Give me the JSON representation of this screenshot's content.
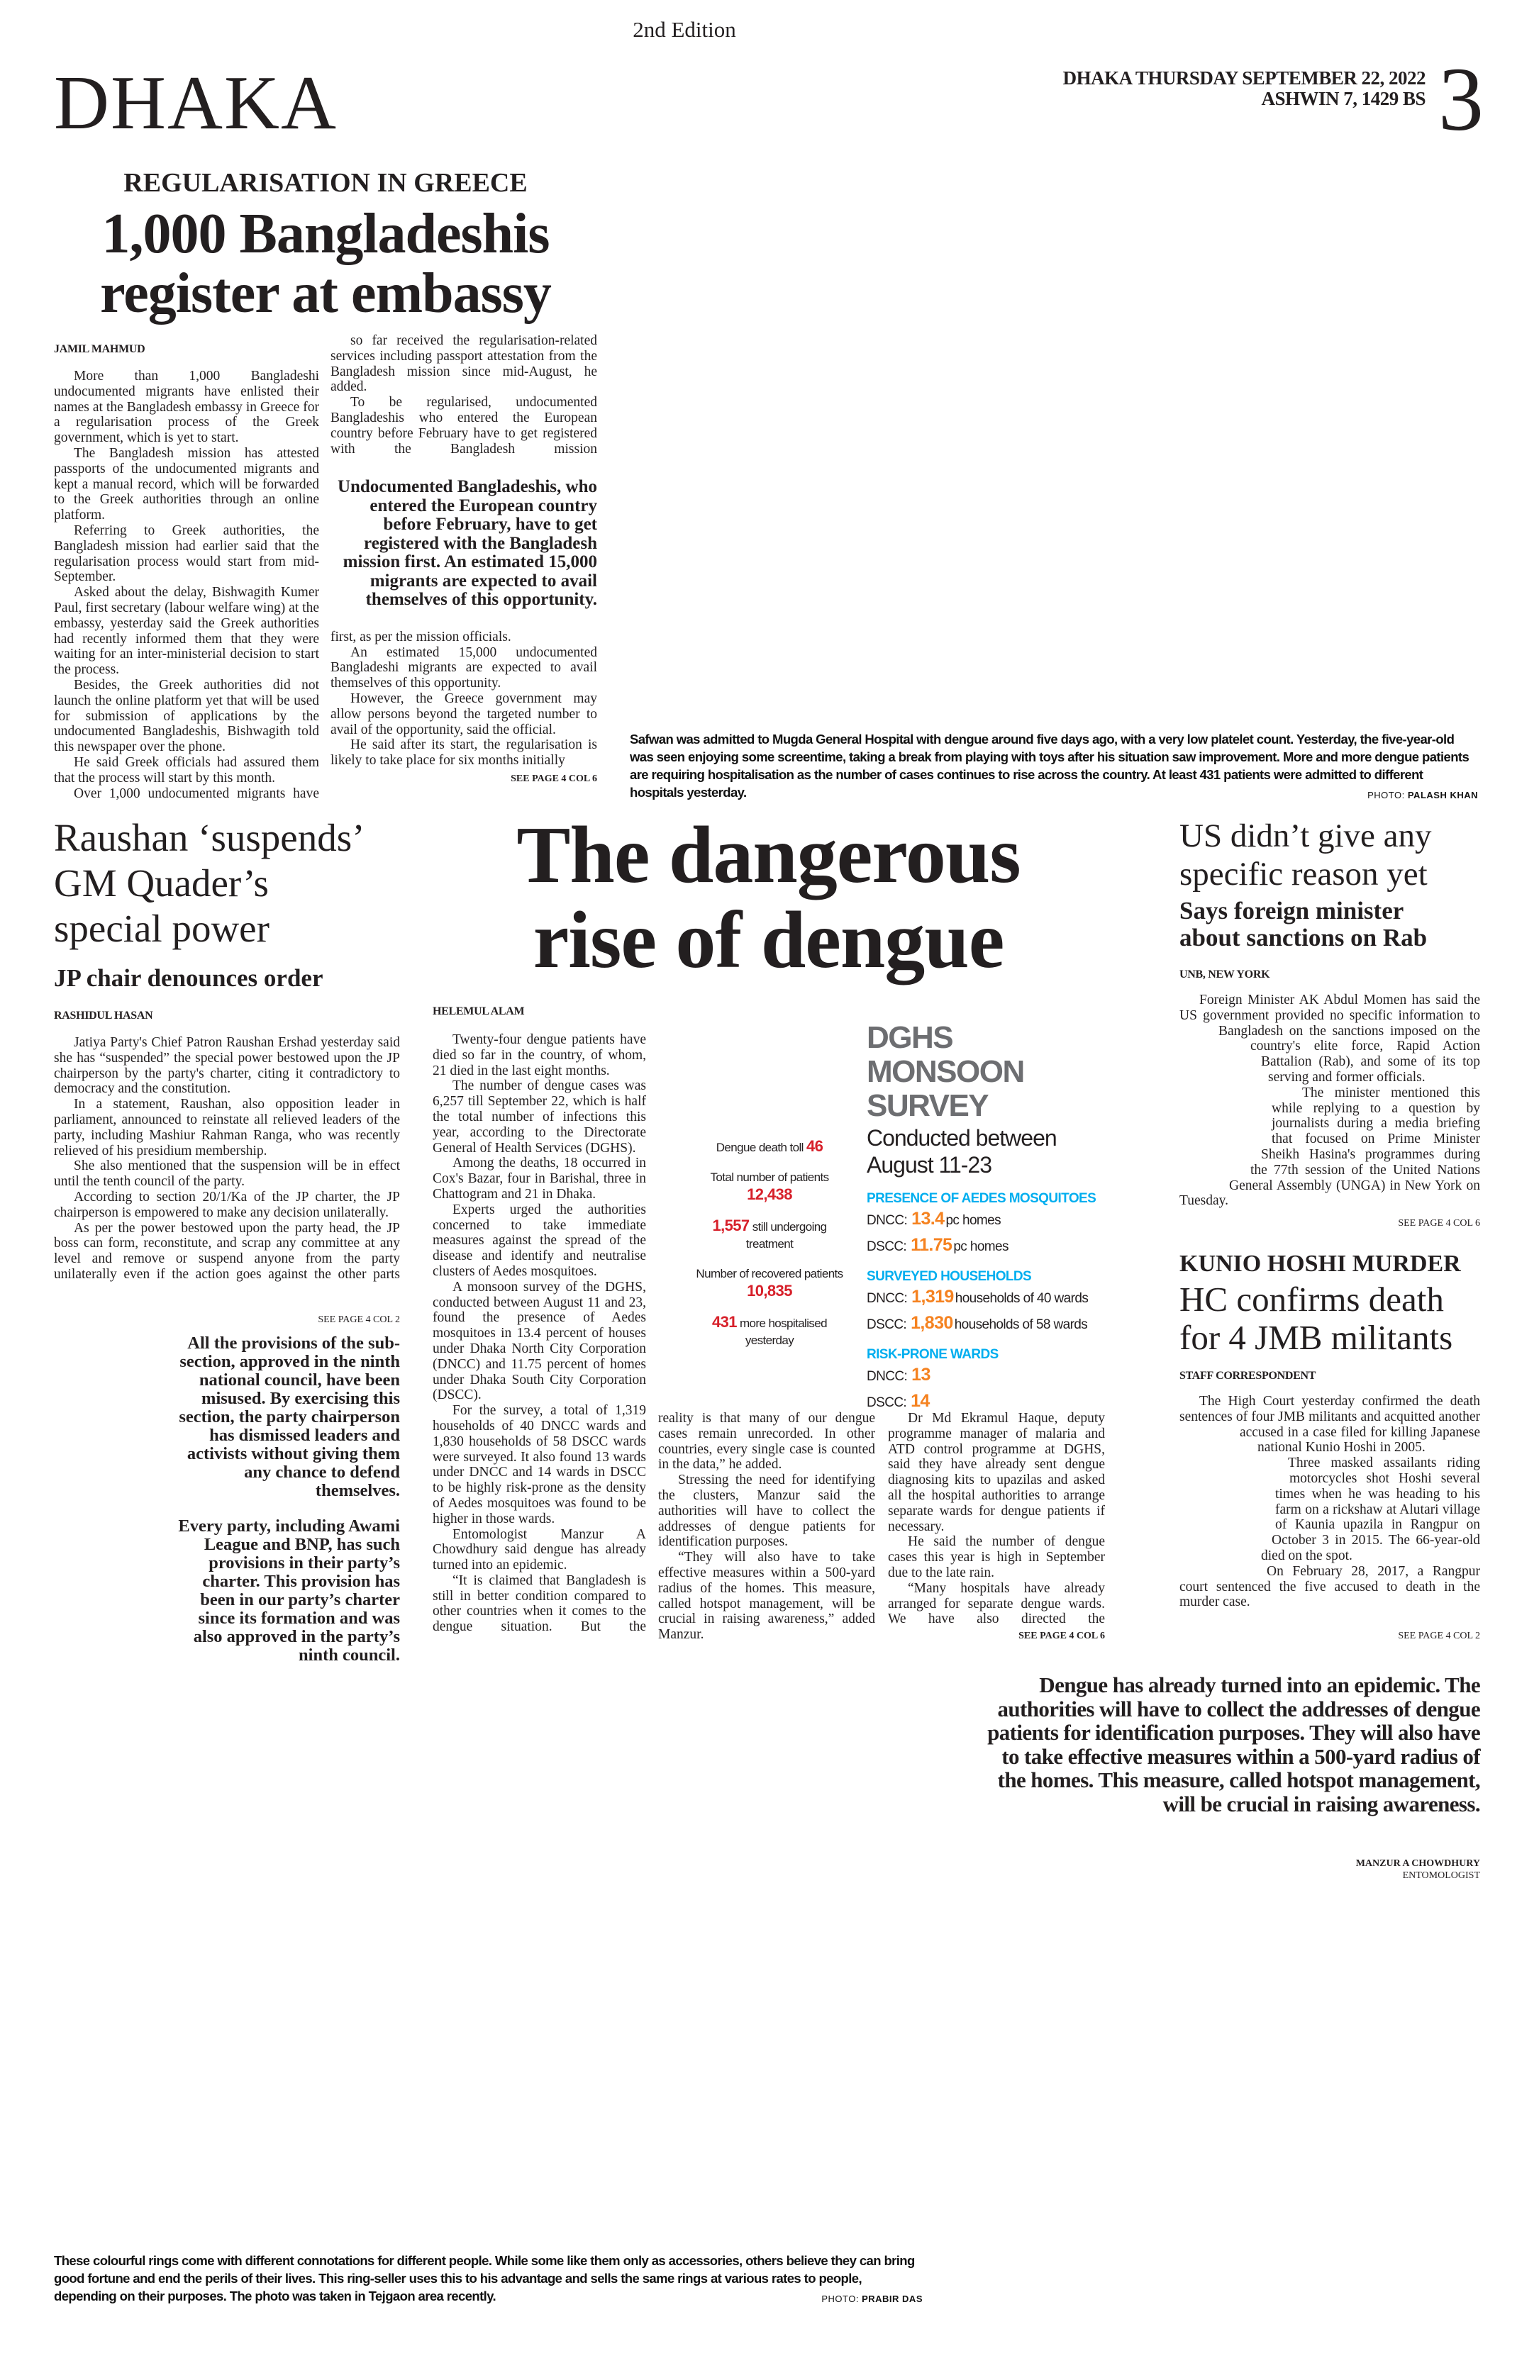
{
  "masthead": {
    "edition": "2nd Edition",
    "section": "DHAKA",
    "date_line": "DHAKA THURSDAY SEPTEMBER 22, 2022",
    "bangla_date": "ASHWIN 7, 1429 BS",
    "page_number": "3"
  },
  "greece": {
    "kicker": "REGULARISATION IN GREECE",
    "headline": [
      "1,000 Bangladeshis",
      "register at embassy"
    ],
    "byline": "JAMIL MAHMUD",
    "col1": [
      "More than 1,000 Bangladeshi undocumented migrants have enlisted their names at the Bangladesh embassy in Greece for a regularisation process of the Greek government, which is yet to start.",
      "The Bangladesh mission has attested passports of the undocumented migrants and kept a manual record, which will be forwarded to the Greek authorities through an online platform.",
      "Referring to Greek authorities, the Bangladesh mission had earlier said that the regularisation process would start from mid-September.",
      "Asked about the delay, Bishwagith Kumer Paul, first secretary (labour welfare wing) at the embassy, yesterday said the Greek authorities had recently informed them that they were waiting for an inter-ministerial decision to start the process.",
      "Besides, the Greek authorities did not launch the online platform yet that will be used for submission of applications by the undocumented Bangladeshis, Bishwagith told this newspaper over the phone.",
      "He said Greek officials had assured them that the process will start by this month.",
      "Over 1,000 undocumented migrants have"
    ],
    "col2a": [
      "so far received the regularisation-related services including passport attestation from the Bangladesh mission since mid-August, he added.",
      "To be regularised, undocumented Bangladeshis who entered the European country before February have to get registered with the Bangladesh mission"
    ],
    "pull_quote": "Undocumented Bangladeshis, who entered the European country before February, have to get registered with the Bangladesh mission first. An estimated 15,000 migrants are expected to avail themselves of this opportunity.",
    "col2b": [
      "first, as per the mission officials.",
      "An estimated 15,000 undocumented Bangladeshi migrants are expected to avail themselves of this opportunity.",
      "However, the Greece government may allow persons beyond the targeted number to avail of the opportunity, said the official.",
      "He said after its start, the regularisation is likely to take place for six months initially"
    ],
    "see_page": "SEE PAGE 4 COL 6"
  },
  "top_photo": {
    "caption": "Safwan was admitted to Mugda General Hospital with dengue around five days ago, with a very low platelet count. Yesterday, the five-year-old was seen enjoying some screentime, taking a break from playing with toys after his situation saw improvement. More and more dengue patients are requiring hospitalisation as the number of cases continues to rise across the country. At least 431 patients were admitted to different hospitals yesterday.",
    "credit_label": "PHOTO:",
    "credit_name": "PALASH KHAN"
  },
  "raushan": {
    "headline": [
      "Raushan ‘suspends’",
      "GM Quader’s",
      "special power"
    ],
    "subhead": "JP chair denounces order",
    "byline": "RASHIDUL HASAN",
    "body": [
      "Jatiya Party's Chief Patron Raushan Ershad yesterday said she has “suspended” the special power bestowed upon the JP chairperson by the party's charter, citing it contradictory to democracy and the constitution.",
      "In a statement, Raushan, also opposition leader in parliament, announced to reinstate all relieved leaders of the party, including Mashiur Rahman Ranga, who was recently relieved of his presidium membership.",
      "She also mentioned that the suspension will be in effect until the tenth council of the party.",
      "According to section 20/1/Ka of the JP charter, the JP chairperson is empowered to make any decision unilaterally.",
      "As per the power bestowed upon the party head, the JP boss can form, reconstitute, and scrap any committee at any level and remove or suspend anyone from the party unilaterally even if the action goes against the other parts"
    ],
    "see_page": "SEE PAGE 4  COL 2",
    "pull_quotes": [
      "All the provisions of the sub-section, approved in the ninth national council, have been misused. By exercising this section, the party chairperson has dismissed leaders and activists without giving them any chance to defend themselves.",
      "Every party, including Awami League and BNP, has such provisions in their party’s charter. This provision has been in our party’s charter since its formation and was also approved in the party’s ninth council."
    ]
  },
  "dengue": {
    "headline": [
      "The dangerous",
      "rise of dengue"
    ],
    "byline": "HELEMUL ALAM",
    "col1": [
      "Twenty-four dengue patients have died so far in the country, of whom, 21 died in the last eight months.",
      "The number of dengue cases was 6,257 till September 22, which is half the total number of infections this year, according to the Directorate General of Health Services (DGHS).",
      "Among the deaths, 18 occurred in Cox's Bazar, four in Barishal, three in Chattogram and 21 in Dhaka.",
      "Experts urged the authorities concerned to take immediate measures against the spread of the disease and identify and neutralise clusters of Aedes mosquitoes.",
      "A monsoon survey of the DGHS, conducted between August 11 and 23, found the presence of Aedes mosquitoes in 13.4 percent of houses under Dhaka North City Corporation (DNCC) and 11.75 percent of homes under Dhaka South City Corporation (DSCC).",
      "For the survey, a total of 1,319 households of 40 DNCC wards and 1,830 households of 58 DSCC wards were surveyed. It also found 13 wards under DNCC and 14 wards in DSCC to be highly risk-prone as the density of Aedes mosquitoes was found to be higher in those wards.",
      "Entomologist Manzur A Chowdhury said dengue has already turned into an epidemic.",
      "“It is claimed that Bangladesh is still in better condition compared to other countries when it comes to the dengue situation. But the"
    ],
    "col2": [
      "reality is that many of our dengue cases remain unrecorded. In other countries, every single case is counted in the data,” he added.",
      "Stressing the need for identifying the clusters, Manzur said the authorities will have to collect the addresses of dengue patients for identification purposes.",
      "“They will also have to take effective measures within a 500-yard radius of the homes. This measure, called hotspot management, will be crucial in raising awareness,” added Manzur."
    ],
    "col3": [
      "Dr Md Ekramul Haque, deputy programme manager of malaria and ATD control programme at DGHS, said they have already sent dengue diagnosing kits to upazilas and asked all the hospital authorities to arrange separate wards for dengue patients if necessary.",
      "He said the number of dengue cases this year is high in September due to the late rain.",
      "“Many hospitals have already arranged for separate dengue wards. We have also directed the"
    ],
    "see_page": "SEE PAGE 4 COL 6",
    "stats": {
      "death_label": "Dengue death toll",
      "death_value": "46",
      "total_label": "Total number of patients",
      "total_value": "12,438",
      "treatment_value": "1,557",
      "treatment_label": "still undergoing treatment",
      "recovered_label": "Number of recovered patients",
      "recovered_value": "10,835",
      "hospitalised_value": "431",
      "hospitalised_label": "more hospitalised yesterday"
    },
    "survey": {
      "title": "DGHS MONSOON SURVEY",
      "subtitle": "Conducted between August 11-23",
      "sections": [
        {
          "heading": "PRESENCE OF AEDES MOSQUITOES",
          "rows": [
            {
              "label": "DNCC:",
              "value": "13.4",
              "suffix": "pc homes"
            },
            {
              "label": "DSCC:",
              "value": "11.75",
              "suffix": "pc homes"
            }
          ]
        },
        {
          "heading": "SURVEYED HOUSEHOLDS",
          "rows": [
            {
              "label": "DNCC:",
              "value": "1,319",
              "suffix": "households of 40 wards"
            },
            {
              "label": "DSCC:",
              "value": "1,830",
              "suffix": "households of 58 wards"
            }
          ]
        },
        {
          "heading": "RISK-PRONE WARDS",
          "rows": [
            {
              "label": "DNCC:",
              "value": "13",
              "suffix": ""
            },
            {
              "label": "DSCC:",
              "value": "14",
              "suffix": ""
            }
          ]
        }
      ]
    },
    "quote": "Dengue has already turned into an epidemic. The authorities will have to collect the addresses of dengue patients for identification purposes. They will also have to take effective measures within a 500-yard radius of the homes. This measure, called hotspot management, will be crucial in raising awareness.",
    "quote_name": "MANZUR A CHOWDHURY",
    "quote_title": "ENTOMOLOGIST"
  },
  "us": {
    "headline": [
      "US didn’t give any",
      "specific reason yet"
    ],
    "subhead": [
      "Says foreign minister",
      "about sanctions on Rab"
    ],
    "byline": "UNB, NEW YORK",
    "body": [
      "Foreign Minister AK Abdul Momen has said the US government provided no specific information to Bangladesh on the sanctions imposed on the country's elite force, Rapid Action Battalion (Rab), and some of its top serving and former officials.",
      "The minister mentioned this while replying to a question by journalists during a media briefing that focused on Prime Minister Sheikh Hasina's programmes during the 77th session of the United Nations General Assembly (UNGA) in New York on Tuesday."
    ],
    "see_page": "SEE PAGE 4 COL 6"
  },
  "hoshi": {
    "kicker": "KUNIO HOSHI MURDER",
    "headline": [
      "HC confirms death",
      "for 4 JMB militants"
    ],
    "byline": "STAFF CORRESPONDENT",
    "body": [
      "The High Court yesterday confirmed the death sentences of four JMB militants and acquitted another accused in a case filed for killing Japanese national Kunio Hoshi in 2005.",
      "Three masked assailants riding motorcycles shot Hoshi several times when he was heading to his farm on a rickshaw at Alutari village of Kaunia upazila in Rangpur on October 3 in 2015. The 66-year-old died on the spot.",
      "On February 28, 2017, a Rangpur court sentenced the five accused to death in the murder case."
    ],
    "see_page": "SEE PAGE 4 COL 2"
  },
  "bottom_photo": {
    "caption": "These colourful rings come with different connotations for different people. While some like them only as accessories, others believe they can bring good fortune and end the perils of their lives. This ring-seller uses this to his advantage and sells the same rings at various rates to people, depending on their purposes. The photo was taken in Tejgaon area recently.",
    "credit_label": "PHOTO:",
    "credit_name": "PRABIR DAS"
  },
  "colors": {
    "text": "#231f20",
    "stat_red": "#d7202a",
    "survey_orange": "#f58220",
    "survey_blue": "#00aeef",
    "survey_title_gray": "#6d6e71"
  }
}
